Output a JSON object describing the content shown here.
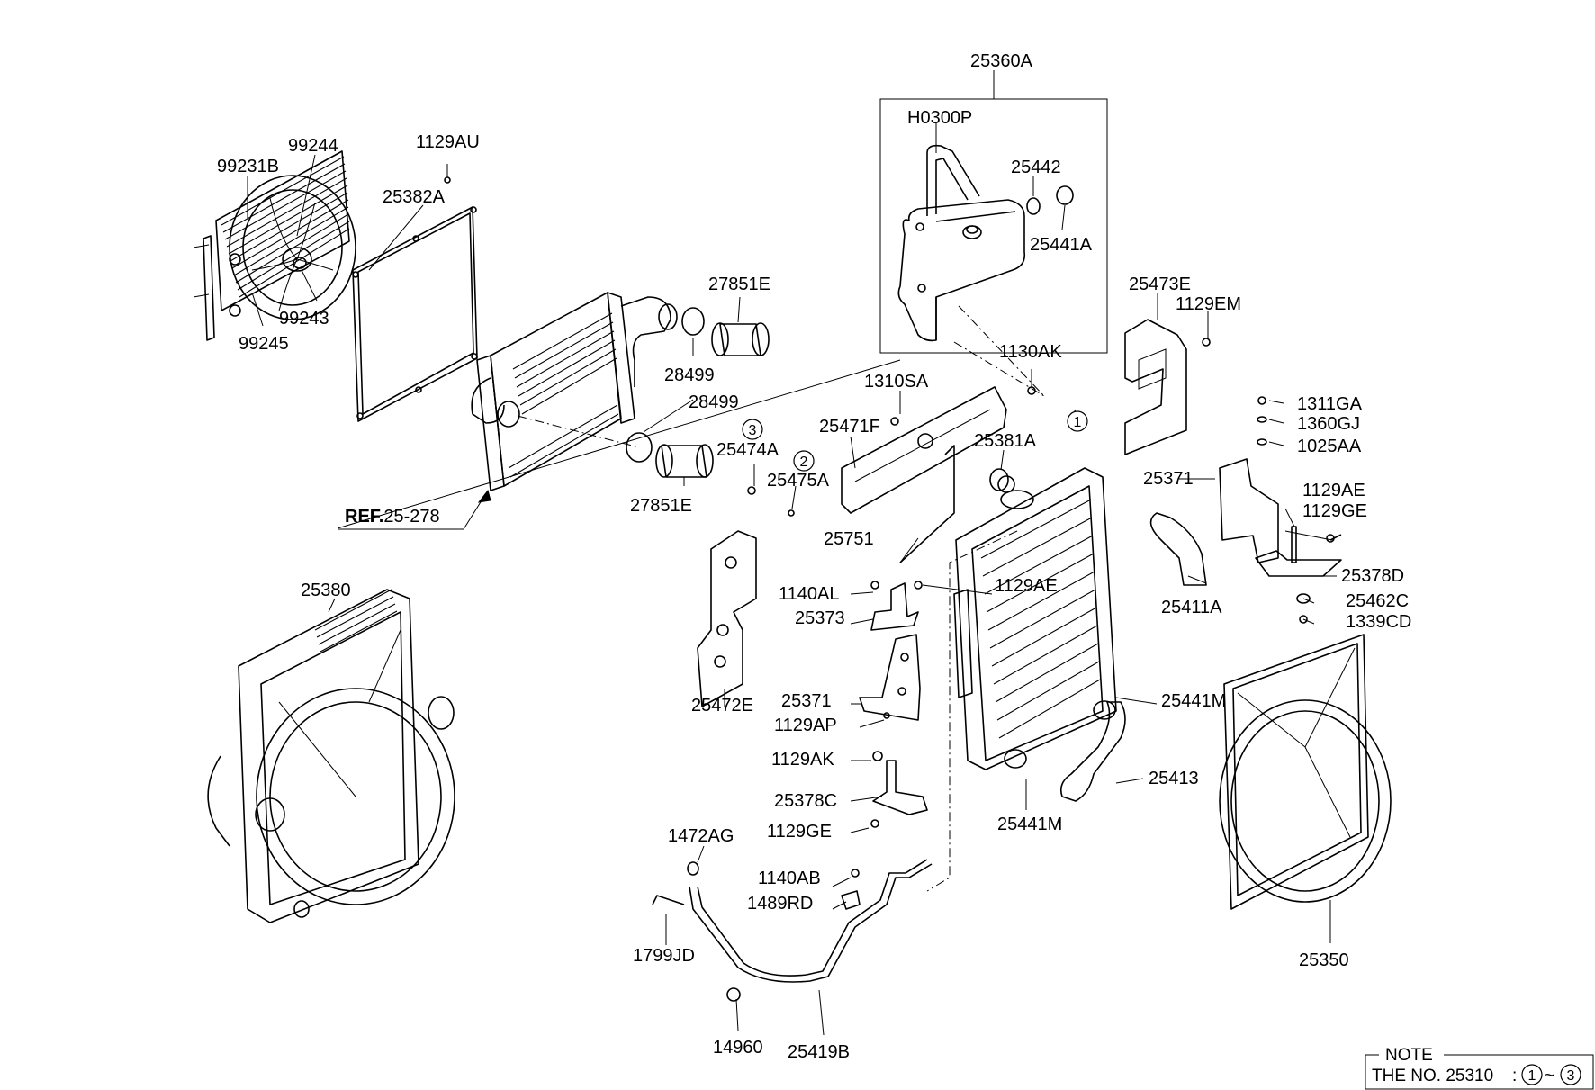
{
  "parts": [
    {
      "id": "25360A",
      "label": "25360A"
    },
    {
      "id": "H0300P",
      "label": "H0300P"
    },
    {
      "id": "25442",
      "label": "25442"
    },
    {
      "id": "25441A",
      "label": "25441A"
    },
    {
      "id": "99244",
      "label": "99244"
    },
    {
      "id": "99231B",
      "label": "99231B"
    },
    {
      "id": "1129AU",
      "label": "1129AU"
    },
    {
      "id": "25382A",
      "label": "25382A"
    },
    {
      "id": "99243",
      "label": "99243"
    },
    {
      "id": "99245",
      "label": "99245"
    },
    {
      "id": "27851E-top",
      "label": "27851E"
    },
    {
      "id": "28499-top",
      "label": "28499"
    },
    {
      "id": "28499-bottom",
      "label": "28499"
    },
    {
      "id": "27851E-bottom",
      "label": "27851E"
    },
    {
      "id": "25473E",
      "label": "25473E"
    },
    {
      "id": "1129EM",
      "label": "1129EM"
    },
    {
      "id": "1130AK",
      "label": "1130AK"
    },
    {
      "id": "1310SA",
      "label": "1310SA"
    },
    {
      "id": "25471F",
      "label": "25471F"
    },
    {
      "id": "25474A",
      "label": "25474A"
    },
    {
      "id": "25475A",
      "label": "25475A"
    },
    {
      "id": "25381A",
      "label": "25381A"
    },
    {
      "id": "1311GA",
      "label": "1311GA"
    },
    {
      "id": "1360GJ",
      "label": "1360GJ"
    },
    {
      "id": "1025AA",
      "label": "1025AA"
    },
    {
      "id": "25371-right",
      "label": "25371"
    },
    {
      "id": "1129AE-top",
      "label": "1129AE"
    },
    {
      "id": "1129GE-top",
      "label": "1129GE"
    },
    {
      "id": "25751",
      "label": "25751"
    },
    {
      "id": "25411A",
      "label": "25411A"
    },
    {
      "id": "25378D",
      "label": "25378D"
    },
    {
      "id": "1140AL",
      "label": "1140AL"
    },
    {
      "id": "1129AE-mid",
      "label": "1129AE"
    },
    {
      "id": "25373",
      "label": "25373"
    },
    {
      "id": "25462C",
      "label": "25462C"
    },
    {
      "id": "1339CD",
      "label": "1339CD"
    },
    {
      "id": "25380",
      "label": "25380"
    },
    {
      "id": "25472E",
      "label": "25472E"
    },
    {
      "id": "25371-mid",
      "label": "25371"
    },
    {
      "id": "1129AP",
      "label": "1129AP"
    },
    {
      "id": "25441M-right",
      "label": "25441M"
    },
    {
      "id": "1129AK",
      "label": "1129AK"
    },
    {
      "id": "25413",
      "label": "25413"
    },
    {
      "id": "25378C",
      "label": "25378C"
    },
    {
      "id": "1129GE-bottom",
      "label": "1129GE"
    },
    {
      "id": "25441M-bottom",
      "label": "25441M"
    },
    {
      "id": "1472AG",
      "label": "1472AG"
    },
    {
      "id": "1140AB",
      "label": "1140AB"
    },
    {
      "id": "1489RD",
      "label": "1489RD"
    },
    {
      "id": "1799JD",
      "label": "1799JD"
    },
    {
      "id": "25350",
      "label": "25350"
    },
    {
      "id": "14960",
      "label": "14960"
    },
    {
      "id": "25419B",
      "label": "25419B"
    }
  ],
  "reference": {
    "prefix": "REF.",
    "code": "25-278"
  },
  "callouts": [
    {
      "id": "c1",
      "number": "1"
    },
    {
      "id": "c2",
      "number": "2"
    },
    {
      "id": "c3",
      "number": "3"
    }
  ],
  "note": {
    "title": "NOTE",
    "text": "THE NO. 25310",
    "colon": ":",
    "from": "1",
    "tilde": "~",
    "to": "3"
  }
}
